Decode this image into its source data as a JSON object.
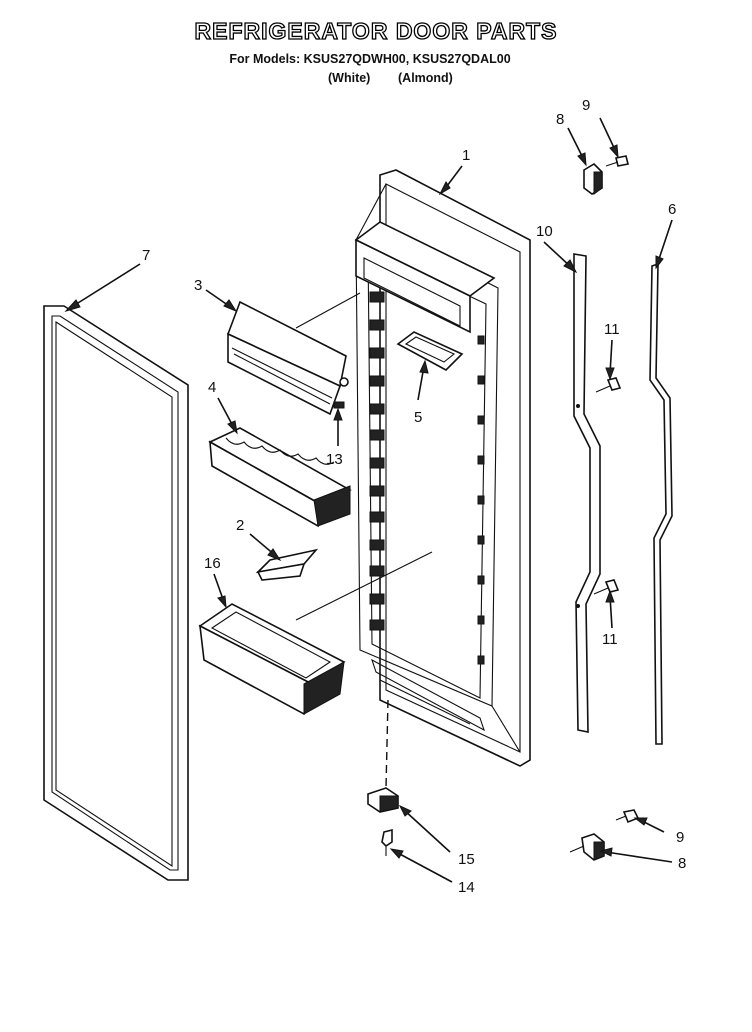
{
  "header": {
    "title": "REFRIGERATOR DOOR PARTS",
    "models": "For Models: KSUS27QDWH00, KSUS27QDAL00",
    "color_white": "(White)",
    "color_almond": "(Almond)"
  },
  "callouts": {
    "p1": "1",
    "p2": "2",
    "p3": "3",
    "p4": "4",
    "p5": "5",
    "p6": "6",
    "p7": "7",
    "p8_top": "8",
    "p8_bottom": "8",
    "p9_top": "9",
    "p9_bottom": "9",
    "p10": "10",
    "p11_top": "11",
    "p11_bottom": "11",
    "p13": "13",
    "p14": "14",
    "p15": "15",
    "p16": "16"
  }
}
